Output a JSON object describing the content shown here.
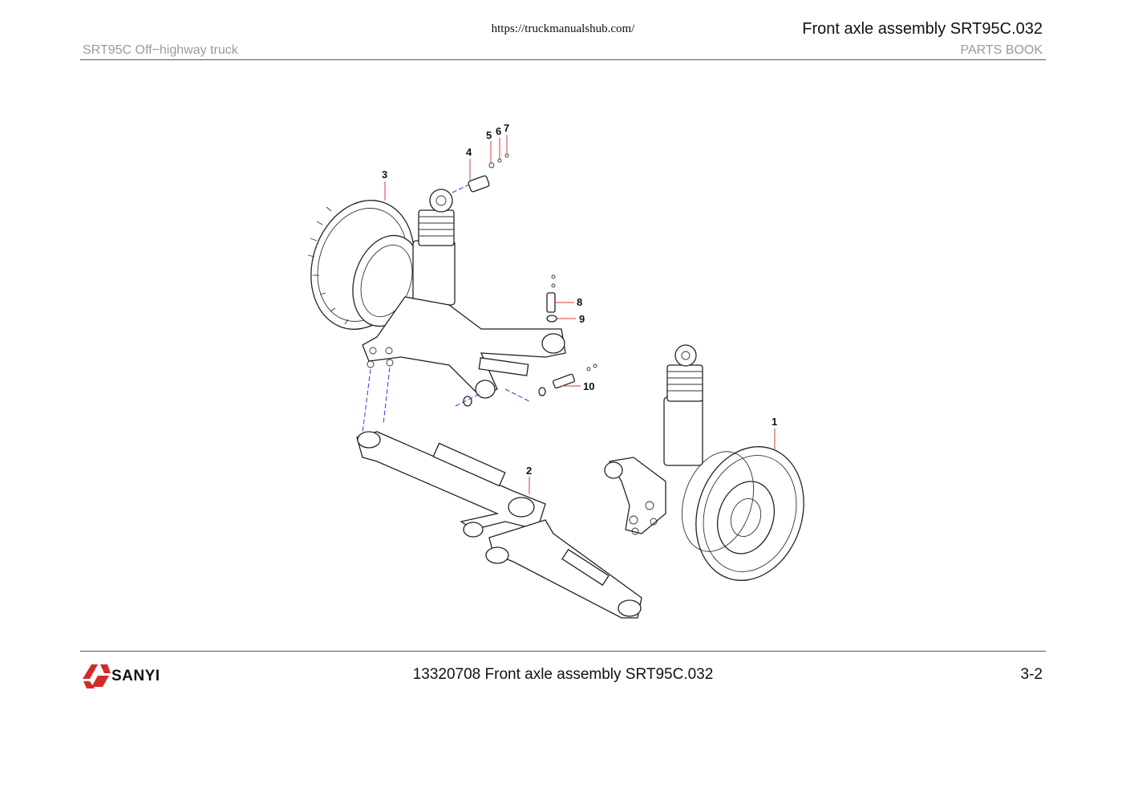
{
  "header": {
    "url": "https://truckmanualshub.com/",
    "title": "Front axle assembly SRT95C.032",
    "model": "SRT95C    Off−highway truck",
    "section": "PARTS BOOK"
  },
  "footer": {
    "brand": "SANYI",
    "title": "13320708 Front axle assembly SRT95C.032",
    "page": "3-2"
  },
  "drawing": {
    "callouts": [
      "1",
      "2",
      "3",
      "4",
      "5",
      "6",
      "7",
      "8",
      "9",
      "10"
    ]
  },
  "colors": {
    "brand_red": "#d42a2a",
    "leader_red": "#d43a3a",
    "hidden_line_blue": "#3a3ad4"
  }
}
